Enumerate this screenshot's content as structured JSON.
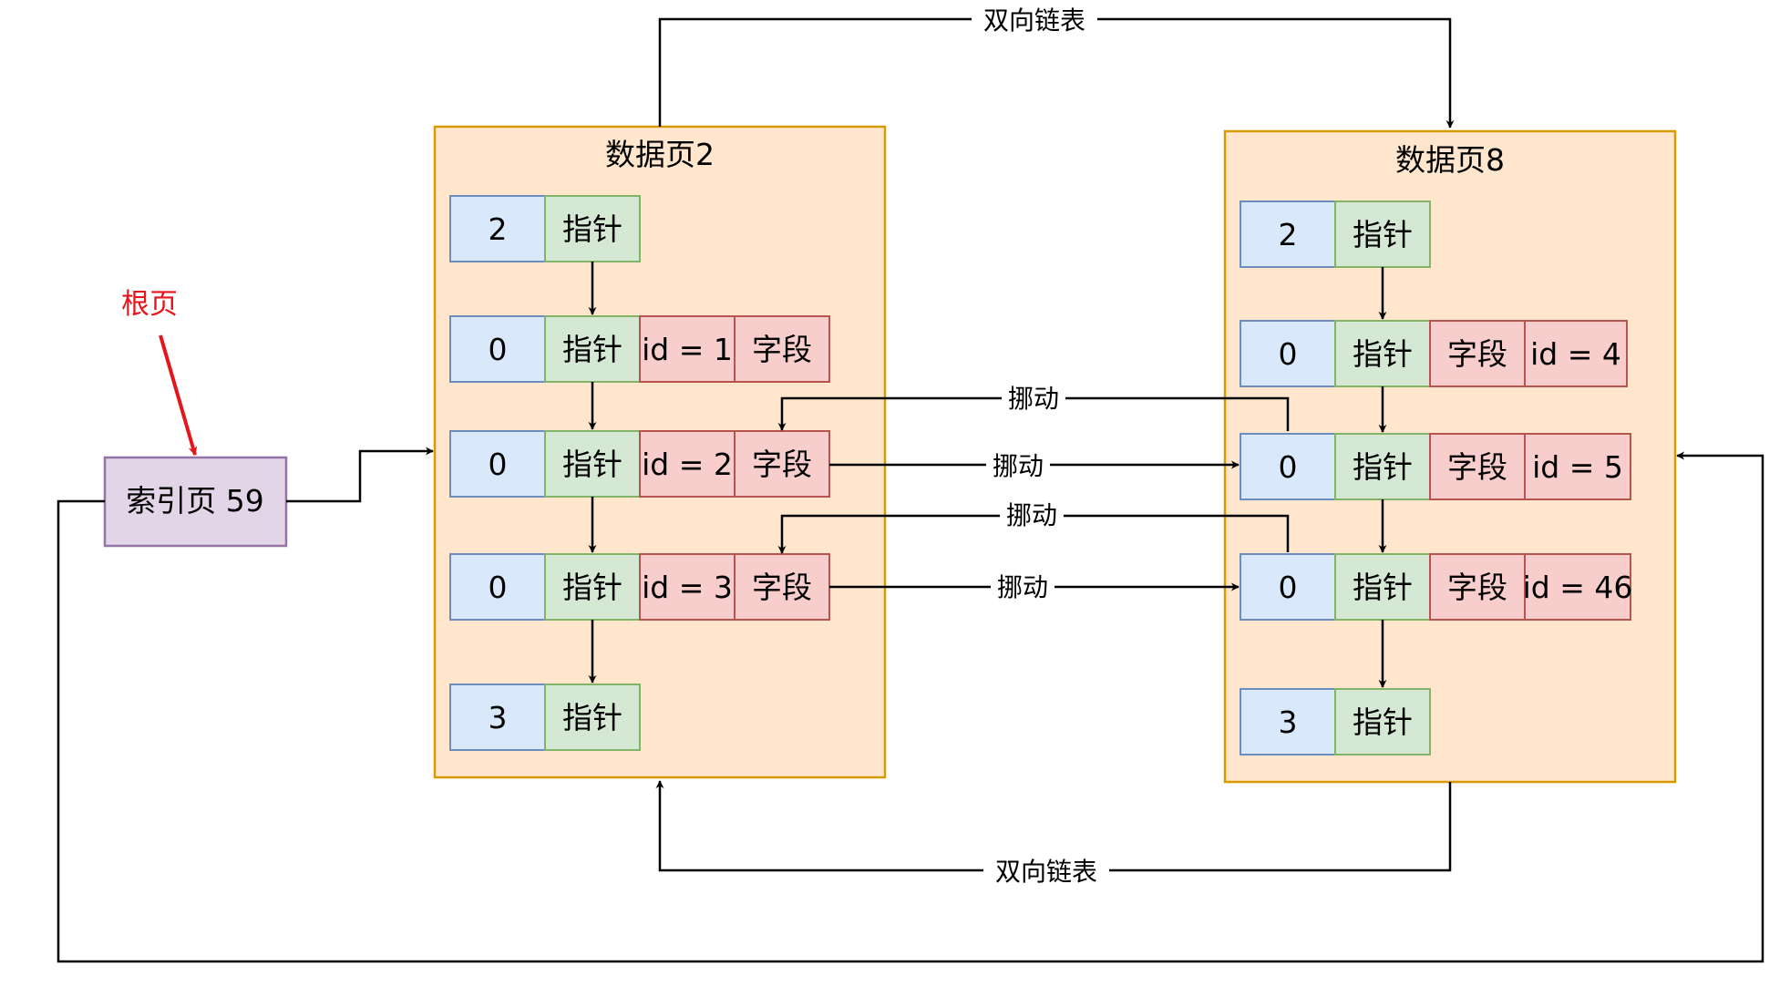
{
  "root_label": "根页",
  "index_page": {
    "label": "索引页 59"
  },
  "edges": {
    "doubly_linked_list": "双向链表",
    "move": "挪动"
  },
  "data_page_2": {
    "title": "数据页2",
    "rows": [
      {
        "num": "2",
        "pointer": "指针"
      },
      {
        "num": "0",
        "pointer": "指针",
        "id": "id = 1",
        "field": "字段"
      },
      {
        "num": "0",
        "pointer": "指针",
        "id": "id = 2",
        "field": "字段"
      },
      {
        "num": "0",
        "pointer": "指针",
        "id": "id = 3",
        "field": "字段"
      },
      {
        "num": "3",
        "pointer": "指针"
      }
    ]
  },
  "data_page_8": {
    "title": "数据页8",
    "rows": [
      {
        "num": "2",
        "pointer": "指针"
      },
      {
        "num": "0",
        "pointer": "指针",
        "field": "字段",
        "id": "id = 4"
      },
      {
        "num": "0",
        "pointer": "指针",
        "field": "字段",
        "id": "id = 5"
      },
      {
        "num": "0",
        "pointer": "指针",
        "field": "字段",
        "id": "id = 46"
      },
      {
        "num": "3",
        "pointer": "指针"
      }
    ]
  },
  "colors": {
    "page_fill": "#ffe6cc",
    "page_stroke": "#d79b00",
    "blue_fill": "#dae8fc",
    "blue_stroke": "#6c8ebf",
    "green_fill": "#d5e8d4",
    "green_stroke": "#82b366",
    "red_fill": "#f8cecc",
    "red_stroke": "#b85450",
    "purple_fill": "#e1d5e7",
    "purple_stroke": "#9673a6",
    "root_red": "#e6151b"
  }
}
